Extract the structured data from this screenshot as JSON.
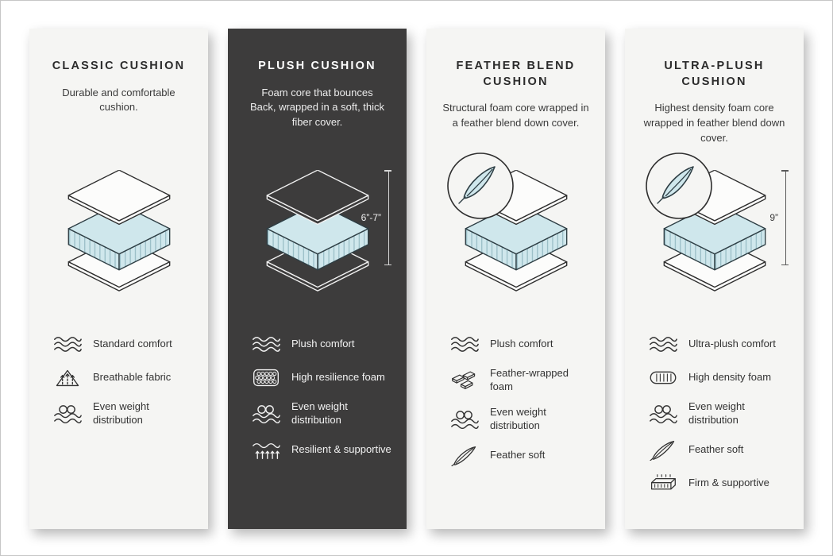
{
  "cards": [
    {
      "title": "CLASSIC CUSHION",
      "description": "Durable and comfortable cushion.",
      "theme": "light",
      "measurement": null,
      "badge": null,
      "features": [
        {
          "icon": "waves-icon",
          "label": "Standard comfort"
        },
        {
          "icon": "breathable-icon",
          "label": "Breathable fabric"
        },
        {
          "icon": "even-weight-icon",
          "label": "Even weight distribution"
        }
      ]
    },
    {
      "title": "PLUSH CUSHION",
      "description": "Foam core that bounces Back, wrapped in a soft, thick fiber cover.",
      "theme": "dark",
      "measurement": "6”-7”",
      "badge": null,
      "features": [
        {
          "icon": "waves-icon",
          "label": "Plush comfort"
        },
        {
          "icon": "honeycomb-icon",
          "label": "High resilience foam"
        },
        {
          "icon": "even-weight-icon",
          "label": "Even weight distribution"
        },
        {
          "icon": "resilient-icon",
          "label": "Resilient & supportive"
        }
      ]
    },
    {
      "title": "FEATHER BLEND CUSHION",
      "description": "Structural foam core wrapped in a feather blend down cover.",
      "theme": "light",
      "measurement": null,
      "badge": "feather-icon",
      "features": [
        {
          "icon": "waves-icon",
          "label": "Plush comfort"
        },
        {
          "icon": "bricks-icon",
          "label": "Feather-wrapped foam"
        },
        {
          "icon": "even-weight-icon",
          "label": "Even weight distribution"
        },
        {
          "icon": "feather-icon",
          "label": "Feather soft"
        }
      ]
    },
    {
      "title": "ULTRA-PLUSH CUSHION",
      "description": "Highest density foam core wrapped in feather blend down cover.",
      "theme": "light",
      "measurement": "9”",
      "badge": "feather-icon",
      "features": [
        {
          "icon": "waves-icon",
          "label": "Ultra-plush comfort"
        },
        {
          "icon": "density-icon",
          "label": "High density foam"
        },
        {
          "icon": "even-weight-icon",
          "label": "Even weight distribution"
        },
        {
          "icon": "feather-icon",
          "label": "Feather soft"
        },
        {
          "icon": "firm-icon",
          "label": "Firm & supportive"
        }
      ]
    }
  ],
  "colors": {
    "card_light": "#f5f5f3",
    "card_dark": "#3d3c3c",
    "foam_blue": "#cfe7ec",
    "foam_stripe": "#8fb6bf",
    "line_dark": "#2e2e2e",
    "line_light": "#f1f1f1"
  }
}
